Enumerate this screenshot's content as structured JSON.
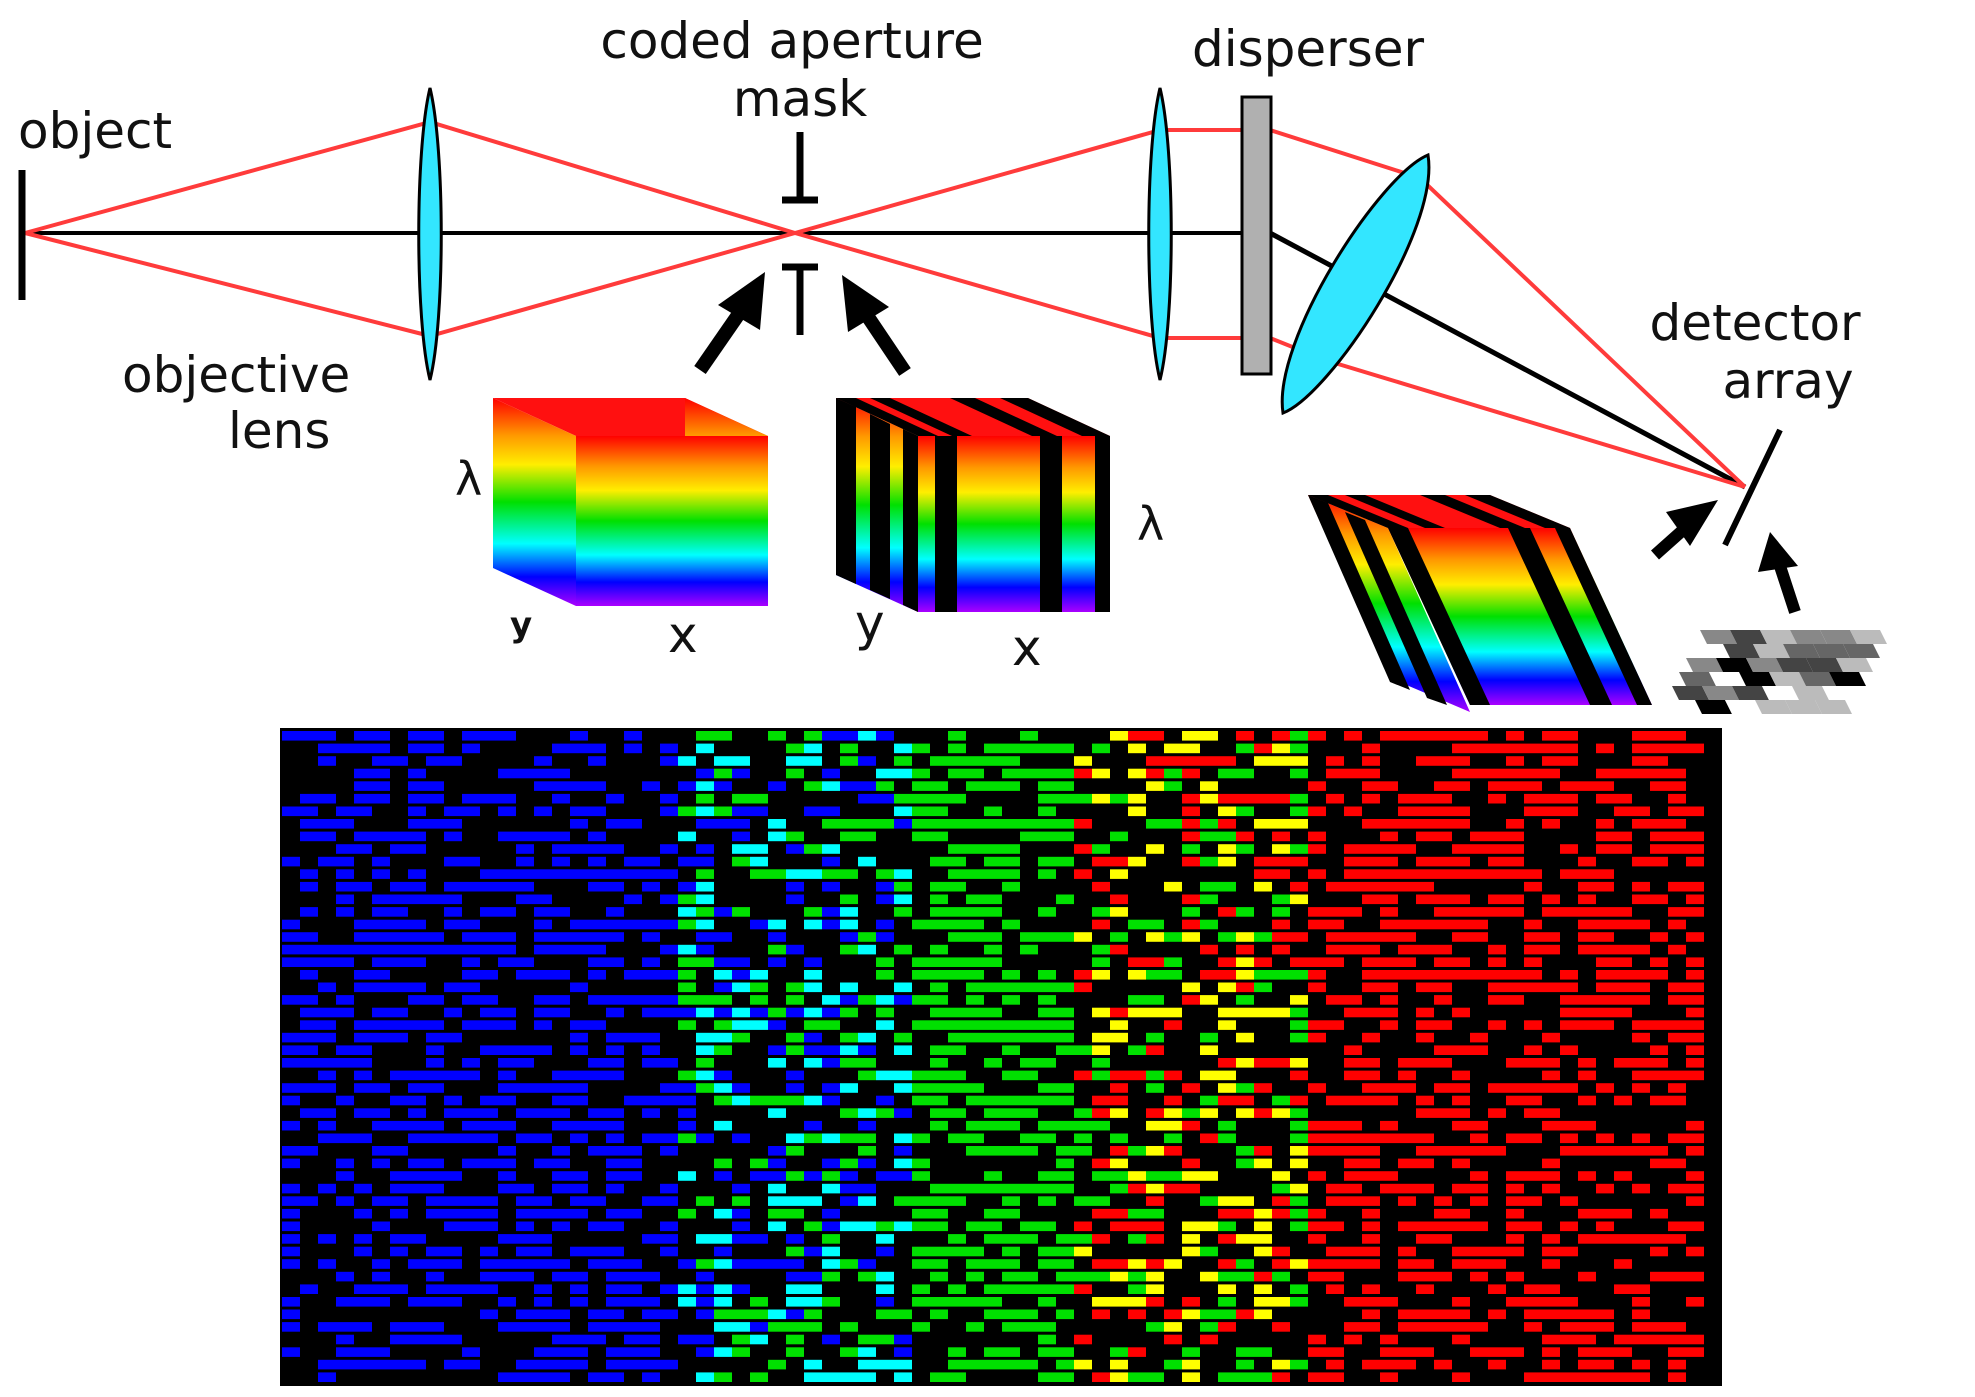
{
  "labels": {
    "object": "object",
    "objective_lens": [
      "objective",
      "lens"
    ],
    "coded_aperture_mask": [
      "coded aperture",
      "mask"
    ],
    "disperser": "disperser",
    "detector_array": [
      "detector",
      "array"
    ],
    "cube1": {
      "lambda": "λ",
      "y": "y",
      "x": "x"
    },
    "cube2": {
      "lambda": "λ",
      "y": "y",
      "x": "x"
    }
  },
  "colors": {
    "ray": "#ff3b3b",
    "axis": "#000000",
    "lens": "#33e6ff",
    "disperser": "#b0b0b0",
    "spectrum": [
      "#ff0000",
      "#ffaa00",
      "#ffff00",
      "#00e000",
      "#00ffff",
      "#0000ff",
      "#aa00ff"
    ],
    "detector_bands": [
      "#0000ff",
      "#00ffff",
      "#00e000",
      "#ffff00",
      "#ff0000"
    ]
  },
  "icons": [
    "lens-icon",
    "aperture-mask-icon",
    "disperser-icon",
    "detector-icon",
    "arrow-icon",
    "data-cube-icon"
  ]
}
